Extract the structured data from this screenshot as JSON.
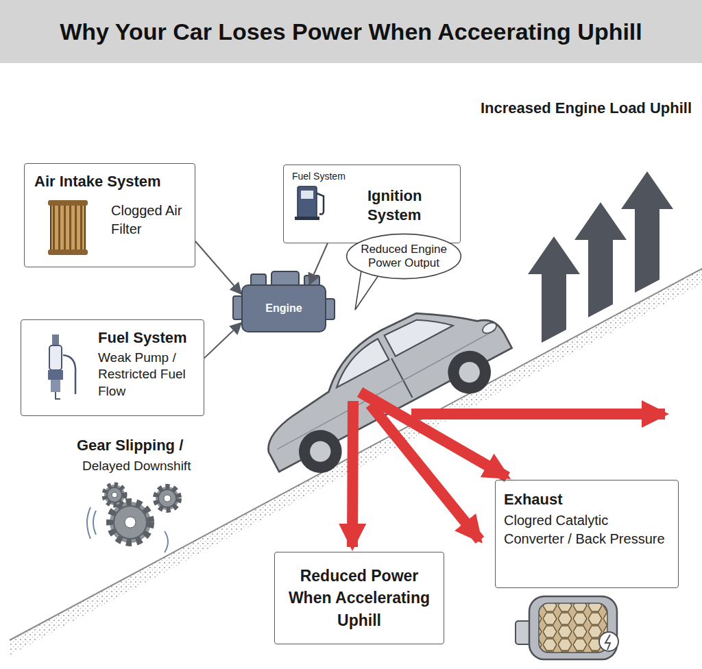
{
  "diagram": {
    "title": "Why Your Car Loses Power When Acceerating Uphill",
    "nodes": [
      {
        "text": [
          "Air Intake System",
          "Clogged Air Filter"
        ]
      },
      {
        "text": [
          "Fuel System",
          "Ignition System"
        ]
      },
      {
        "text": [
          "Reduced Engine Power Output"
        ]
      },
      {
        "text": [
          "Engine"
        ]
      },
      {
        "text": [
          "Fuel System",
          "Weak Pump / Restricted Fuel Flow"
        ]
      },
      {
        "text": [
          "Reduced Power When Accelerating Uphill"
        ]
      },
      {
        "text": [
          "Exhaust",
          "Clogred Catalytic Converter / Back Pressure"
        ]
      }
    ],
    "edges": [
      {
        "from": 0,
        "to": 3,
        "arrow": "to"
      },
      {
        "from": 1,
        "to": 3,
        "arrow": "to"
      },
      {
        "from": 4,
        "to": 3,
        "arrow": "to"
      }
    ],
    "labels": [
      "Increased Engine Load Uphill",
      "Gear Slipping /",
      "Delayed Downshift"
    ]
  }
}
